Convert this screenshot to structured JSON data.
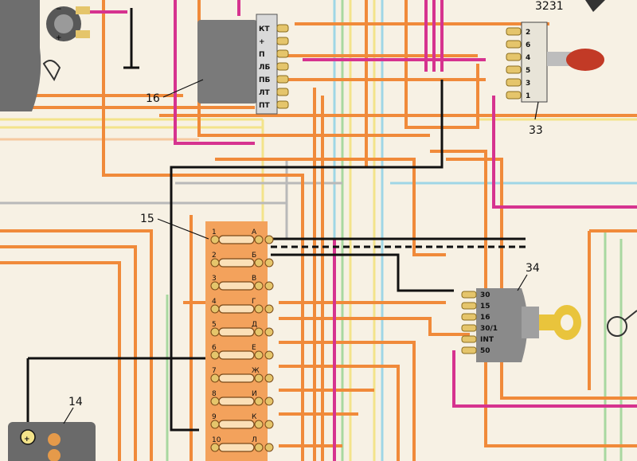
{
  "labels": {
    "relay": "16",
    "fuse_box": "15",
    "switch_top": "33",
    "ignition": "34",
    "battery": "14",
    "top_code": "3231"
  },
  "relay_pins": [
    "КТ",
    "+",
    "П",
    "ЛБ",
    "ПБ",
    "ЛТ",
    "ПТ"
  ],
  "switch33_pins": [
    "2",
    "6",
    "4",
    "5",
    "3",
    "1"
  ],
  "ignition_pins": [
    "30",
    "15",
    "16",
    "30/1",
    "INT",
    "50"
  ],
  "fuse_left": [
    "1",
    "2",
    "3",
    "4",
    "5",
    "6",
    "7",
    "8",
    "9",
    "10"
  ],
  "fuse_right": [
    "А",
    "Б",
    "В",
    "Г",
    "Д",
    "Е",
    "Ж",
    "И",
    "К",
    "Л"
  ],
  "battery_terminal": "+",
  "colors": {
    "orange": "#f08a3a",
    "pink": "#d6338f",
    "yellow": "#f3e38a",
    "blue": "#9fd6e6",
    "green": "#a8d8a0",
    "black": "#111111",
    "grey": "#b9b9b9",
    "relay_body": "#7a7a7a",
    "fuse_body": "#f3a25c"
  }
}
